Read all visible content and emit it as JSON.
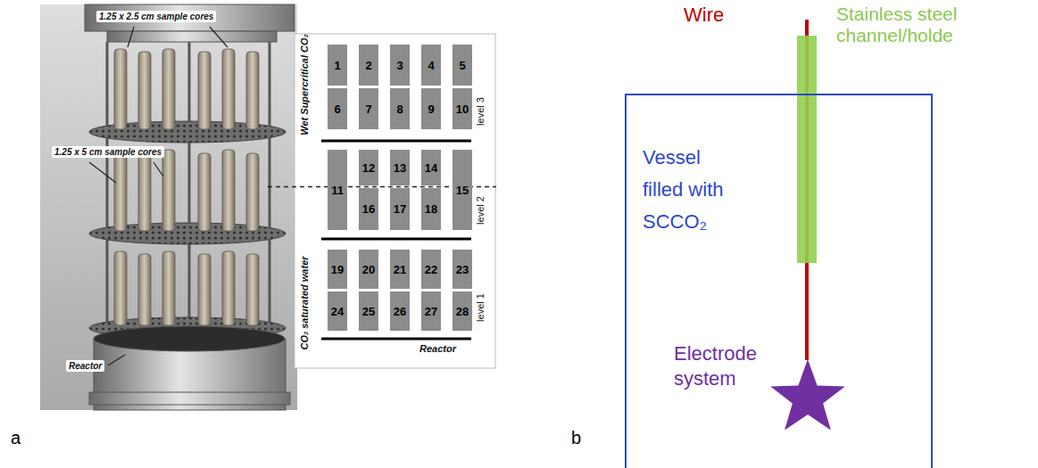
{
  "diagram": {
    "nodes": [
      {
        "text": [
          "1"
        ]
      },
      {
        "text": [
          "2"
        ]
      },
      {
        "text": [
          "3"
        ]
      },
      {
        "text": [
          "4"
        ]
      },
      {
        "text": [
          "5"
        ]
      },
      {
        "text": [
          "6"
        ]
      },
      {
        "text": [
          "7"
        ]
      },
      {
        "text": [
          "8"
        ]
      },
      {
        "text": [
          "9"
        ]
      },
      {
        "text": [
          "10"
        ]
      },
      {
        "text": [
          "11"
        ]
      },
      {
        "text": [
          "12"
        ]
      },
      {
        "text": [
          "13"
        ]
      },
      {
        "text": [
          "14"
        ]
      },
      {
        "text": [
          "15"
        ]
      },
      {
        "text": [
          "16"
        ]
      },
      {
        "text": [
          "17"
        ]
      },
      {
        "text": [
          "18"
        ]
      },
      {
        "text": [
          "19"
        ]
      },
      {
        "text": [
          "20"
        ]
      },
      {
        "text": [
          "21"
        ]
      },
      {
        "text": [
          "22"
        ]
      },
      {
        "text": [
          "23"
        ]
      },
      {
        "text": [
          "24"
        ]
      },
      {
        "text": [
          "25"
        ]
      },
      {
        "text": [
          "26"
        ]
      },
      {
        "text": [
          "27"
        ]
      },
      {
        "text": [
          "28"
        ]
      },
      {
        "text": [
          "Vessel filled with SCCO₂"
        ]
      }
    ],
    "labels": [
      "a",
      "1.25 x 2.5 cm sample cores",
      "1.25 x 5 cm sample cores",
      "Wet Supercritical CO₂",
      "CO₂ saturated water",
      "Reactor",
      "level 3",
      "level 2",
      "level 1",
      "Reactor",
      "b",
      "Wire",
      "Stainless steel channel/holde",
      "Electrode system"
    ]
  }
}
